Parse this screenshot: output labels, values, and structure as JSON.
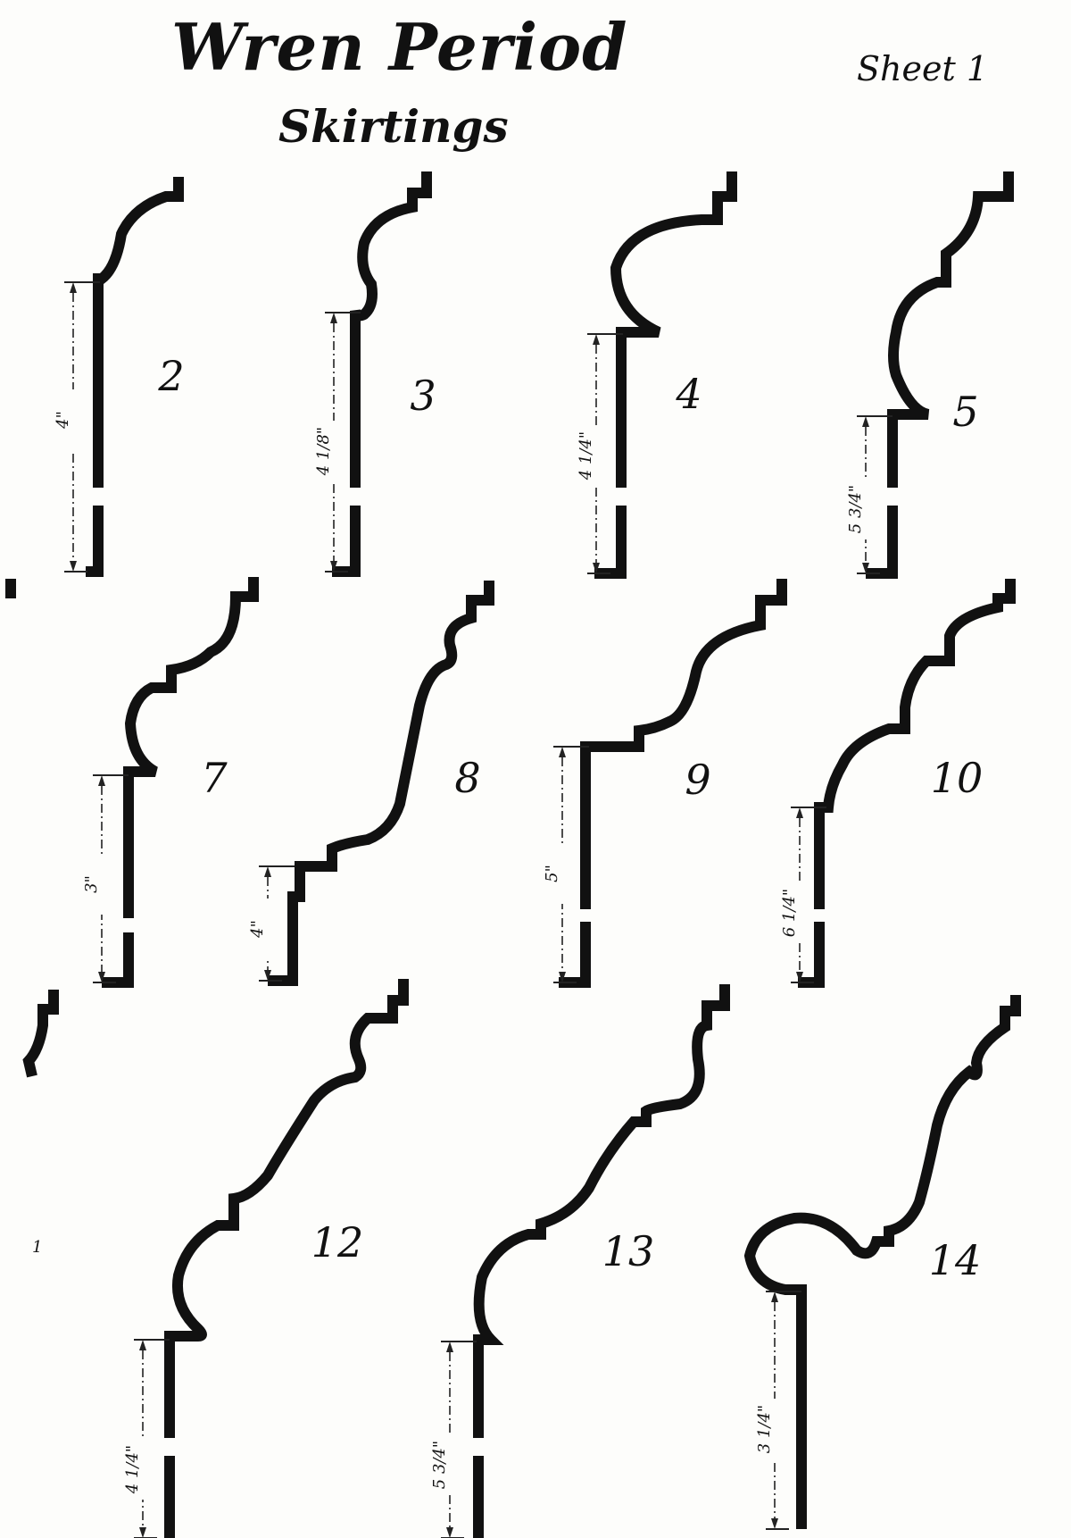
{
  "title": "Wren Period",
  "subtitle": "Skirtings",
  "sheet_label": "Sheet 1",
  "edge_fragments": [
    "1"
  ],
  "profiles": [
    {
      "number": "2",
      "height": "4\""
    },
    {
      "number": "3",
      "height": "4 1/8\""
    },
    {
      "number": "4",
      "height": "4 1/4\""
    },
    {
      "number": "5",
      "height": "5 3/4\""
    },
    {
      "number": "7",
      "height": "3\""
    },
    {
      "number": "8",
      "height": "4\""
    },
    {
      "number": "9",
      "height": "5\""
    },
    {
      "number": "10",
      "height": "6 1/4\""
    },
    {
      "number": "12",
      "height": "4 1/4\""
    },
    {
      "number": "13",
      "height": "5 3/4\""
    },
    {
      "number": "14",
      "height": "3 1/4\""
    }
  ]
}
